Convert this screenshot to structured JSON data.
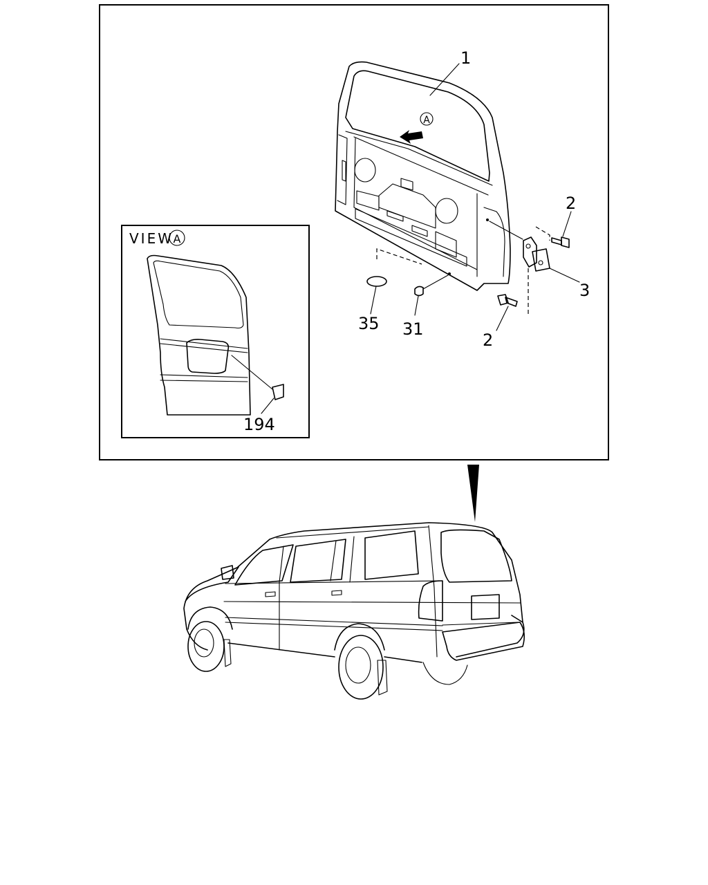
{
  "view_label": {
    "word": "VIEW",
    "letter": "A"
  },
  "arrow_marker": "A",
  "callouts": {
    "tailgate": "1",
    "bolt_upper": "2",
    "bolt_lower": "2",
    "hinge": "3",
    "plug": "35",
    "stopper": "31",
    "emblem": "194"
  }
}
